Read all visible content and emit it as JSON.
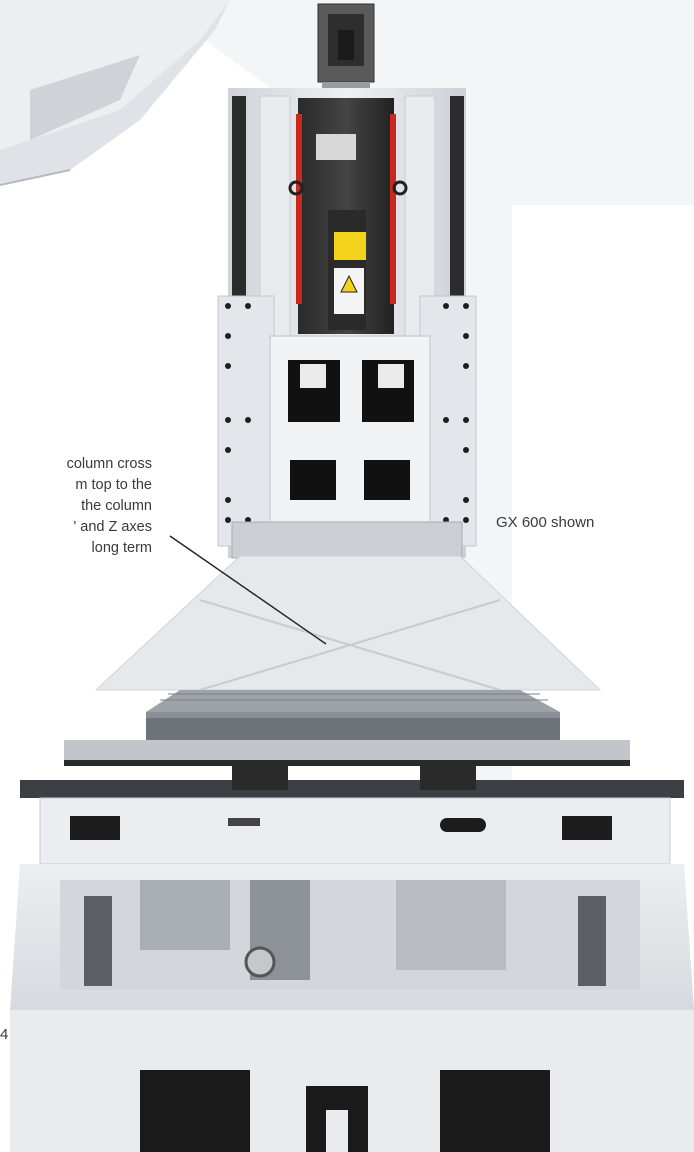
{
  "callout": {
    "lines": [
      "column cross",
      "m top to the",
      "the column",
      "' and Z axes",
      "long term"
    ]
  },
  "model_label": "GX 600 shown",
  "page_number": "4",
  "colors": {
    "machine_body": "#e6e8ec",
    "shadow_panel": "#f4f5f7",
    "spindle_head": "#1c1c1c",
    "warning_label": "#f2d21a",
    "accent_red": "#c8281e",
    "text": "#3a3a3a"
  }
}
